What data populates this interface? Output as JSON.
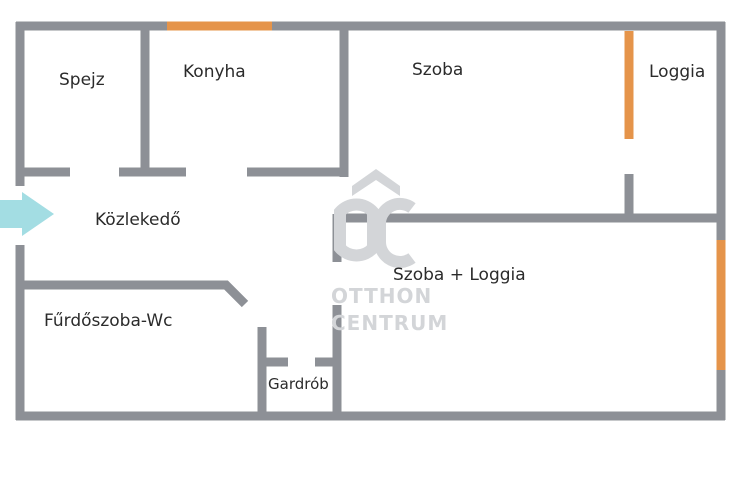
{
  "rooms": {
    "spejz": "Spejz",
    "konyha": "Konyha",
    "szoba": "Szoba",
    "loggia": "Loggia",
    "kozlekedo": "Közlekedő",
    "szoba_loggia": "Szoba + Loggia",
    "furdoszoba": "Fűrdőszoba-Wc",
    "gardrob": "Gardrób"
  },
  "watermark": {
    "logo_mark": "ÔC",
    "line1": "OTTHON",
    "line2": "CENTRUM"
  },
  "colors": {
    "wall": "#8d9096",
    "window": "#e5944a",
    "entrance_arrow": "#a3dde3",
    "watermark": "#d3d5d8"
  },
  "icons": {
    "entrance": "arrow-right-icon",
    "brand": "otthon-centrum-logo"
  }
}
